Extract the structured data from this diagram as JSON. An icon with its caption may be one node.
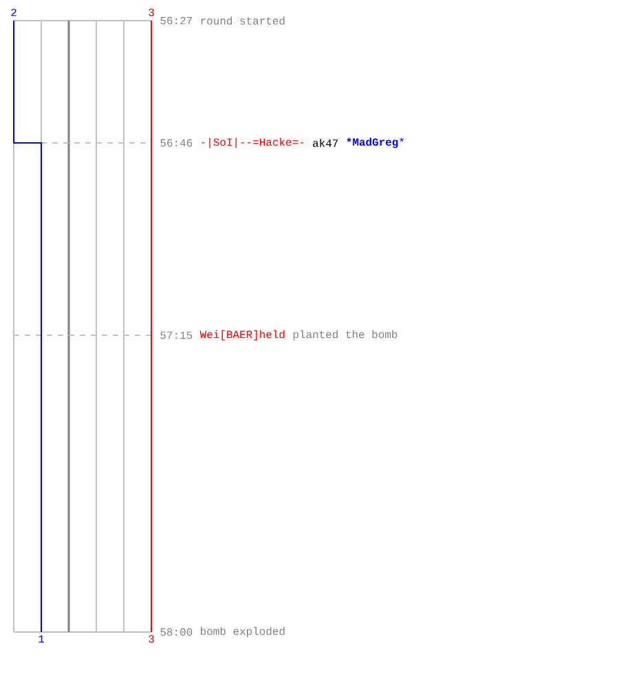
{
  "diagram": {
    "labels": [
      "2",
      "3",
      "56:27",
      "round started",
      "56:46",
      "-|SoI|--=Hacke=-",
      "ak47",
      "***MadGreg***",
      "57:15",
      "Wei[BAER]held",
      "planted the bomb",
      "58:00",
      "bomb exploded",
      "1",
      "3"
    ]
  }
}
